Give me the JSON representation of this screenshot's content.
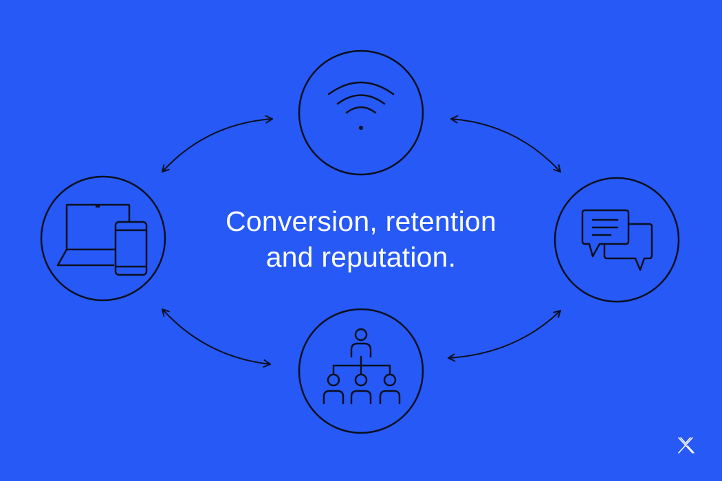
{
  "headline": {
    "line1": "Conversion, retention",
    "line2": "and reputation."
  },
  "nodes": [
    {
      "id": "top",
      "icon": "wifi-icon"
    },
    {
      "id": "left",
      "icon": "devices-icon"
    },
    {
      "id": "right",
      "icon": "chat-bubbles-icon"
    },
    {
      "id": "bottom",
      "icon": "org-chart-icon"
    }
  ],
  "colors": {
    "background": "#2659F6",
    "stroke": "#0B0F1E",
    "text": "#FFFFFF",
    "logo": "#FFFFFF"
  },
  "logo_icon": "brand-x-logo"
}
